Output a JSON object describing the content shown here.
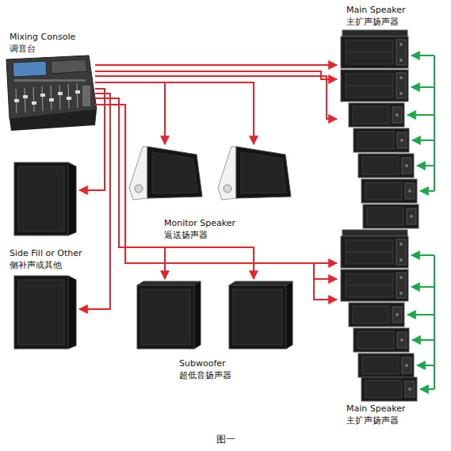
{
  "diagram": {
    "caption": "图一",
    "nodes": [
      {
        "text": [
          "Mixing Console",
          "调音台"
        ]
      },
      {
        "text": [
          "Main Speaker",
          "主扩声扬声器"
        ]
      },
      {
        "text": [
          "Monitor Speaker",
          "返送扬声器"
        ]
      },
      {
        "text": [
          "Side Fill or Other",
          "侧补声或其他"
        ]
      },
      {
        "text": [
          "Subwoofer",
          "超低音扬声器"
        ]
      },
      {
        "text": [
          "Main Speaker",
          "主扩声扬声器"
        ]
      }
    ],
    "edges": [
      {
        "from": 0,
        "to": 1,
        "arrow": "to"
      },
      {
        "from": 0,
        "to": 2,
        "arrow": "to"
      },
      {
        "from": 0,
        "to": 3,
        "arrow": "to"
      },
      {
        "from": 0,
        "to": 4,
        "arrow": "to"
      },
      {
        "from": 0,
        "to": 5,
        "arrow": "to"
      }
    ]
  }
}
